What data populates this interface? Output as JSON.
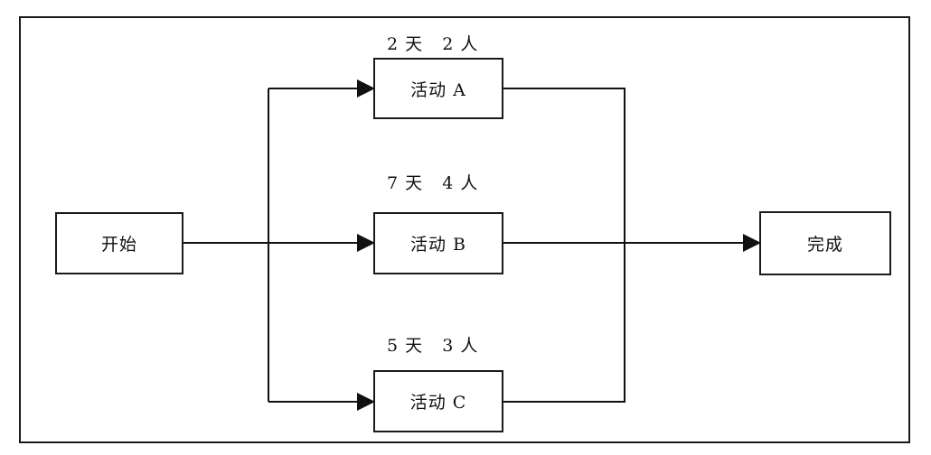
{
  "nodes": {
    "start": "开始",
    "activity_a": "活动 A",
    "activity_b": "活动 B",
    "activity_c": "活动 C",
    "finish": "完成"
  },
  "labels": {
    "activity_a": "2 天   2 人",
    "activity_b": "7 天   4 人",
    "activity_c": "5 天   3 人"
  }
}
